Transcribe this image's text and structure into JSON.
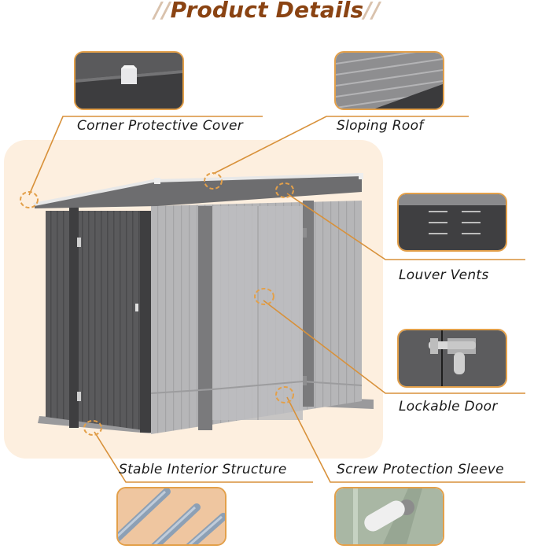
{
  "header": {
    "title": "Product Details",
    "left_decoration": "//",
    "right_decoration": "//"
  },
  "colors": {
    "title": "#8a4312",
    "accent_line": "#d8913a",
    "thumb_border": "#e3a04a",
    "panel_bg": "#fdefdf",
    "decoration": "#d9c2ad"
  },
  "features": [
    {
      "id": "corner",
      "label": "Corner Protective Cover",
      "image": "corner-cover-closeup"
    },
    {
      "id": "roof",
      "label": "Sloping Roof",
      "image": "sloping-roof-closeup"
    },
    {
      "id": "vents",
      "label": "Louver Vents",
      "image": "louver-vents-closeup"
    },
    {
      "id": "door",
      "label": "Lockable Door",
      "image": "door-latch-closeup"
    },
    {
      "id": "structure",
      "label": "Stable Interior Structure",
      "image": "steel-frame-closeup"
    },
    {
      "id": "screw",
      "label": "Screw Protection Sleeve",
      "image": "screw-sleeve-closeup"
    }
  ],
  "main_image": {
    "subject": "lean-to metal storage shed with double doors",
    "callout_markers": 6
  }
}
